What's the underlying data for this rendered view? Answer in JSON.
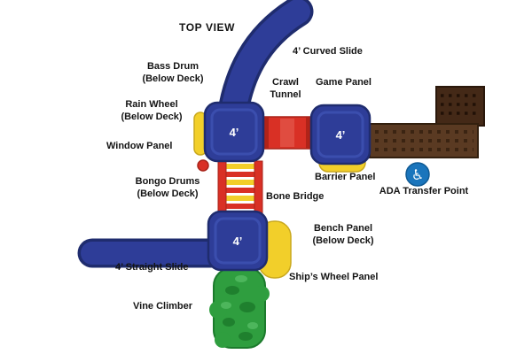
{
  "title": "TOP VIEW",
  "deck_labels": [
    "4’",
    "4’",
    "4’"
  ],
  "labels": {
    "curved_slide": "4’ Curved Slide",
    "bass_drum": "Bass Drum\n(Below Deck)",
    "crawl_tunnel": "Crawl\nTunnel",
    "game_panel": "Game Panel",
    "rain_wheel": "Rain Wheel\n(Below Deck)",
    "window_panel": "Window Panel",
    "barrier_panel": "Barrier Panel",
    "bongo_drums": "Bongo Drums\n(Below Deck)",
    "bone_bridge": "Bone Bridge",
    "ada_transfer_point": "ADA Transfer Point",
    "straight_slide": "4’ Straight Slide",
    "bench_panel": "Bench Panel\n(Below Deck)",
    "ships_wheel": "Ship’s Wheel Panel",
    "vine_climber": "Vine Climber"
  },
  "icons": {
    "ada": "♿"
  },
  "colors": {
    "deck_blue": "#2e3d98",
    "slide_blue": "#2e3d98",
    "tunnel_red": "#d93025",
    "panel_yellow": "#f2cf2a",
    "ramp_brown": "#5a3a22",
    "step_brown": "#442917",
    "vine_green": "#2f9e3f",
    "ada_blue": "#1a75bc"
  }
}
